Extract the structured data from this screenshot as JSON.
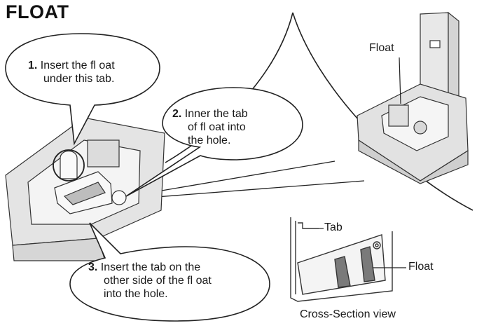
{
  "title": "FLOAT",
  "callouts": [
    {
      "number": "1.",
      "line1": "Insert the fl oat",
      "line2": "under this tab.",
      "line3": ""
    },
    {
      "number": "2.",
      "line1": "Inner the tab",
      "line2": "of fl oat into",
      "line3": "the hole."
    },
    {
      "number": "3.",
      "line1": "Insert the tab on the",
      "line2": "other side of the fl oat",
      "line3": "into the hole."
    }
  ],
  "labels": {
    "float_top": "Float",
    "tab": "Tab",
    "float_section": "Float",
    "cross_section_caption": "Cross-Section view"
  }
}
